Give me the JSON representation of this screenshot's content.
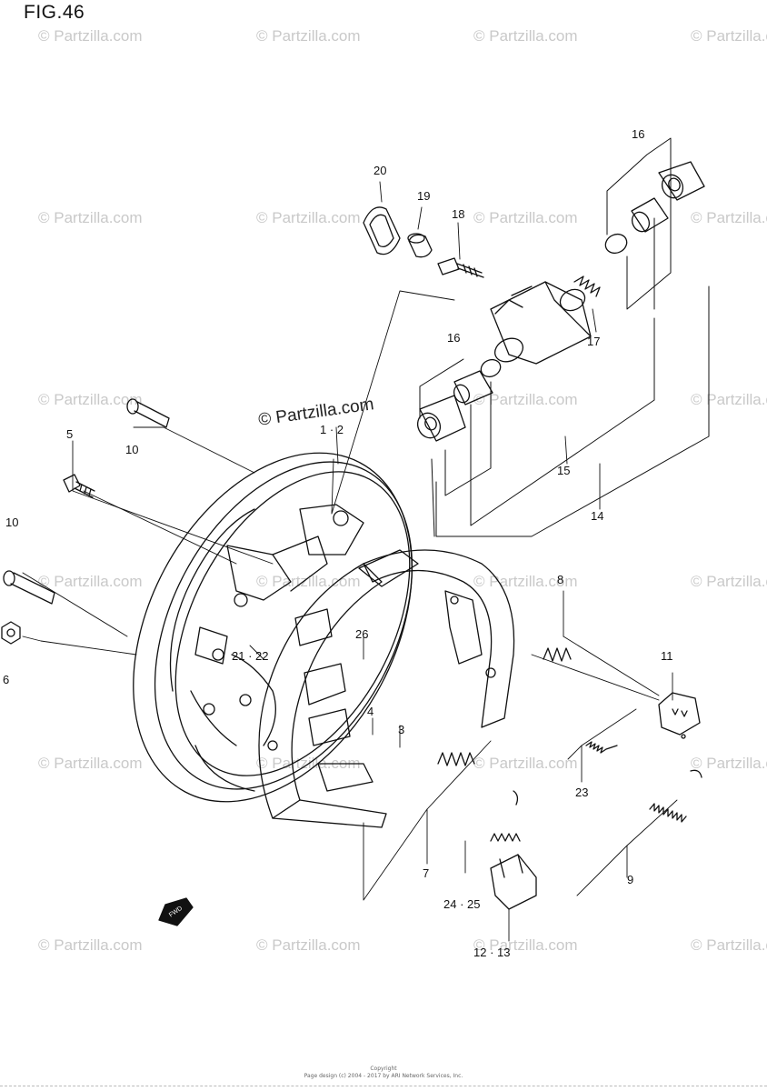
{
  "figure": {
    "title": "FIG.46"
  },
  "watermark": {
    "text": "© Partzilla.com",
    "center_text": "© Partzilla.com"
  },
  "fwd_arrow_label": "FWD",
  "callouts": {
    "c20": "20",
    "c19": "19",
    "c18": "18",
    "c16a": "16",
    "c17": "17",
    "c16b": "16",
    "c15": "15",
    "c14": "14",
    "c1_2": "1 · 2",
    "c5": "5",
    "c10a": "10",
    "c10b": "10",
    "c6": "6",
    "c8": "8",
    "c11": "11",
    "c26": "26",
    "c21_22": "21 · 22",
    "c4": "4",
    "c3": "3",
    "c23": "23",
    "c7": "7",
    "c9": "9",
    "c24_25": "24 · 25",
    "c12_13": "12 · 13"
  },
  "footer": {
    "line1": "Copyright",
    "line2": "Page design (c) 2004 - 2017 by ARI Network Services, Inc."
  }
}
